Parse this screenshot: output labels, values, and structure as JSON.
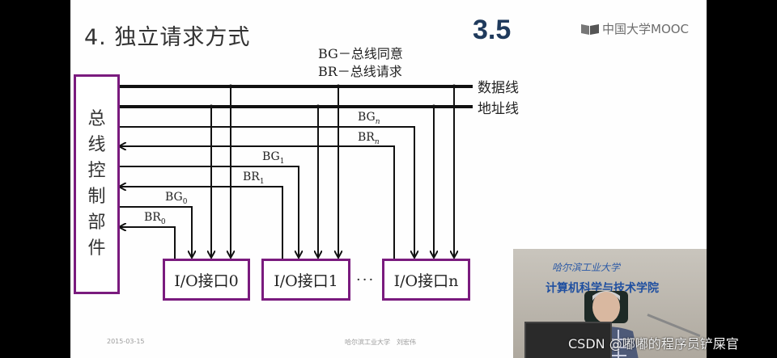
{
  "slide": {
    "title": "4. 独立请求方式",
    "section_number": "3.5",
    "logo_text": "中国大学MOOC",
    "legend": [
      "BG－总线同意",
      "BR－总线请求"
    ],
    "bus_labels": {
      "data": "数据线",
      "address": "地址线"
    },
    "controller_label": [
      "总",
      "线",
      "控",
      "制",
      "部",
      "件"
    ],
    "signals": {
      "bg_n": {
        "base": "BG",
        "sub": "n"
      },
      "br_n": {
        "base": "BR",
        "sub": "n"
      },
      "bg_1": {
        "base": "BG",
        "sub": "1"
      },
      "br_1": {
        "base": "BR",
        "sub": "1"
      },
      "bg_0": {
        "base": "BG",
        "sub": "0"
      },
      "br_0": {
        "base": "BR",
        "sub": "0"
      }
    },
    "io_interfaces": [
      {
        "label": "I/O接口0"
      },
      {
        "label": "I/O接口1"
      },
      {
        "label": "I/O接口n"
      }
    ],
    "ellipsis": "···",
    "footer": {
      "date": "2015-03-15",
      "author": "哈尔滨工业大学　刘宏伟"
    }
  },
  "video_overlay": {
    "university": "哈尔滨工业大学",
    "department": "计算机科学与技术学院"
  },
  "watermark": "CSDN @嘟嘟的程序员铲屎官",
  "colors": {
    "box_border": "#7a1b7e",
    "section_number": "#1f3a5c",
    "line": "#111111",
    "background_bars": "#000000"
  }
}
